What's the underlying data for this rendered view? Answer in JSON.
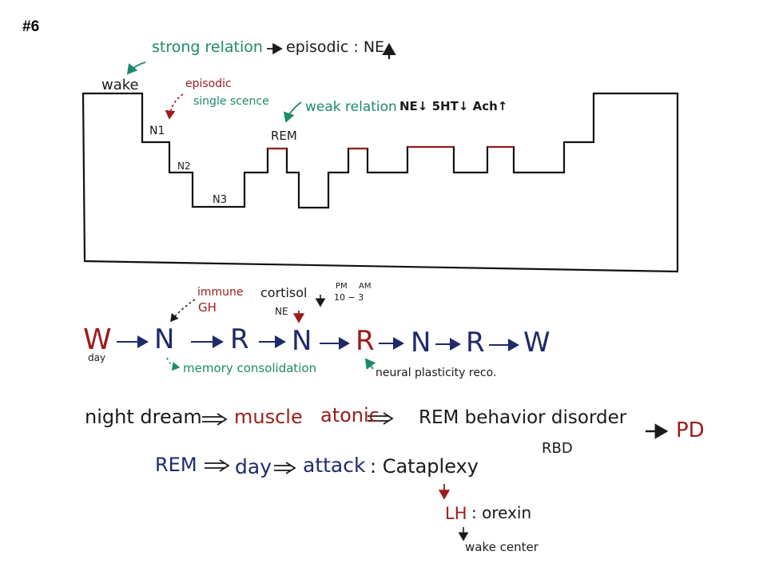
{
  "slide_number": "#6",
  "hypnogram": {
    "stage_labels": {
      "wake": "wake",
      "n1": "N1",
      "n2": "N2",
      "n3": "N3",
      "rem": "REM"
    },
    "annotations": {
      "strong_relation": "strong relation",
      "strong_result": "episodic : NE",
      "episodic": "episodic",
      "single_scene": "single scence",
      "weak_relation": "weak relation",
      "weak_result": "NE↓ 5HT↓ Ach↑"
    }
  },
  "cycle": {
    "sequence": [
      "W",
      "N",
      "R",
      "N",
      "R",
      "N",
      "R",
      "W"
    ],
    "day_label": "day",
    "immune_label": "immune",
    "gh_label": "GH",
    "cortisol_label": "cortisol",
    "ne_down": "NE",
    "pm_label": "PM",
    "am_label": "AM",
    "time_range": "10 − 3",
    "memory_label": "memory consolidation",
    "neural_label": "neural plasticity reco."
  },
  "rbd_line": {
    "part1": "night dream",
    "part2": "muscle",
    "part3": "atonic",
    "part4": "REM behavior disorder",
    "part5": "PD",
    "rbd": "RBD"
  },
  "cataplexy_line": {
    "part1": "REM",
    "part2": "day",
    "part3": "attack",
    "part4": ": Cataplexy",
    "lh": "LH",
    "orexin": ": orexin",
    "wake_center": "wake center"
  },
  "colors": {
    "ink": "#1a1a1a",
    "navy": "#1f2a6b",
    "teal": "#1d8a6c",
    "red": "#9b1c1c"
  }
}
